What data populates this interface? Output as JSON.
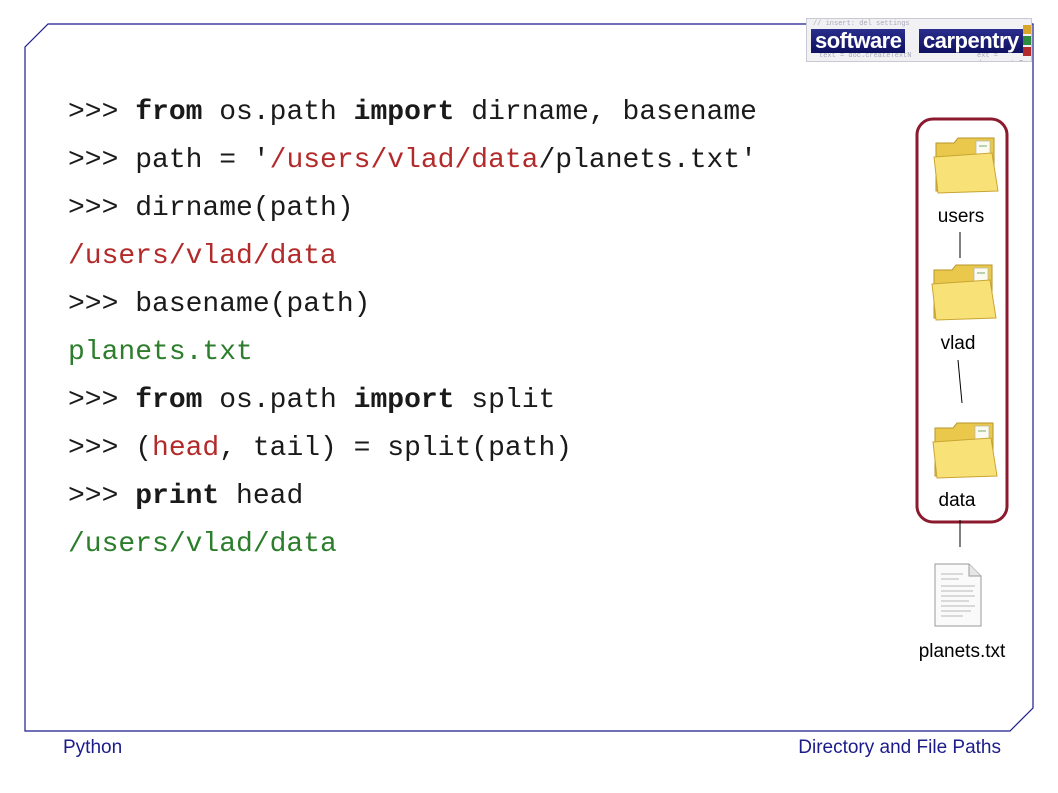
{
  "logo": {
    "word1": "software",
    "word2": "carpentry",
    "ghost_lines": [
      "// insert: del settings",
      "text = doc.createTextN",
      "ext = doc.createText"
    ]
  },
  "code": {
    "l1": {
      "prompt": ">>> ",
      "kw1": "from",
      "mid": " os.path ",
      "kw2": "import",
      "rest": " dirname, basename"
    },
    "l2": {
      "pre": ">>> path = '",
      "red": "/users/vlad/data",
      "post": "/planets.txt'"
    },
    "l3": {
      "text": ">>> dirname(path)"
    },
    "l4": {
      "text": "/users/vlad/data"
    },
    "l5": {
      "text": ">>> basename(path)"
    },
    "l6": {
      "text": "planets.txt"
    },
    "l7": {
      "prompt": ">>> ",
      "kw1": "from",
      "mid": " os.path ",
      "kw2": "import",
      "rest": " split"
    },
    "l8": {
      "pre": ">>> (",
      "red": "head",
      "post": ", tail) = split(path)"
    },
    "l9": {
      "prompt": ">>> ",
      "kw": "print",
      "rest": " head"
    },
    "l10": {
      "text": "/users/vlad/data"
    }
  },
  "tree": {
    "users": "users",
    "vlad": "vlad",
    "data": "data",
    "file": "planets.txt"
  },
  "footer": {
    "left": "Python",
    "right": "Directory and File Paths"
  },
  "colors": {
    "frame": "#1b1b8a",
    "highlight": "#8b1a2e",
    "keyword_red": "#b32a2a",
    "output_green": "#2c7d2c",
    "folder": "#f6df6d"
  }
}
